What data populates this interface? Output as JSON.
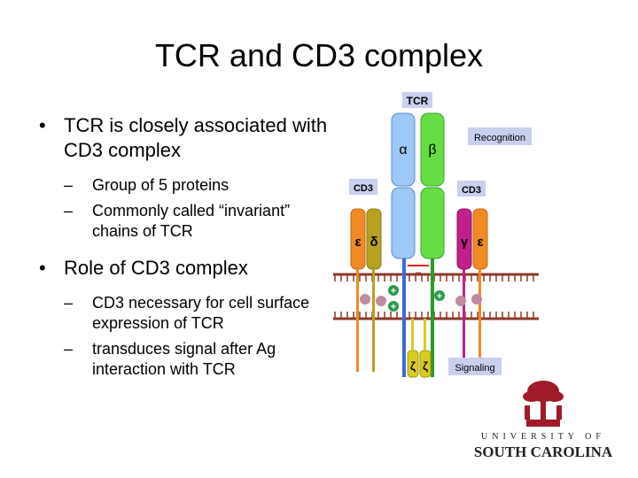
{
  "slide": {
    "title": "TCR and CD3 complex",
    "bullets": [
      {
        "text": "TCR is closely associated with CD3 complex",
        "sub": [
          "Group of 5 proteins",
          "Commonly called “invariant” chains of TCR"
        ]
      },
      {
        "text": "Role of CD3 complex",
        "sub": [
          "CD3 necessary for cell surface expression of TCR",
          "transduces signal after Ag interaction with TCR"
        ]
      }
    ],
    "bullet_mark": "•",
    "sub_mark": "–"
  },
  "diagram": {
    "tcr_label": "TCR",
    "alpha": "α",
    "beta": "β",
    "recognition_label": "Recognition",
    "cd3_left_label": "CD3",
    "cd3_right_label": "CD3",
    "epsilon_left": "ε",
    "delta": "δ",
    "gamma": "γ",
    "epsilon_right": "ε",
    "zeta_left": "ζ",
    "zeta_right": "ζ",
    "plus": "+",
    "minus": "−",
    "signaling_label": "Signaling",
    "colors": {
      "label_box": "#c9d0ee",
      "alpha_chain": "#9ec8f5",
      "beta_chain": "#66dd44",
      "cd3_orange": "#f08a24",
      "cd3_olive": "#b8a020",
      "cd3_magenta": "#c0208a",
      "zeta": "#d8cc20",
      "membrane": "#8b3a2a",
      "charge_plus": "#2a9a4a"
    }
  },
  "logo": {
    "line1": "UNIVERSITY OF",
    "line2": "SOUTH CAROLINA",
    "color": "#a01a2a"
  }
}
